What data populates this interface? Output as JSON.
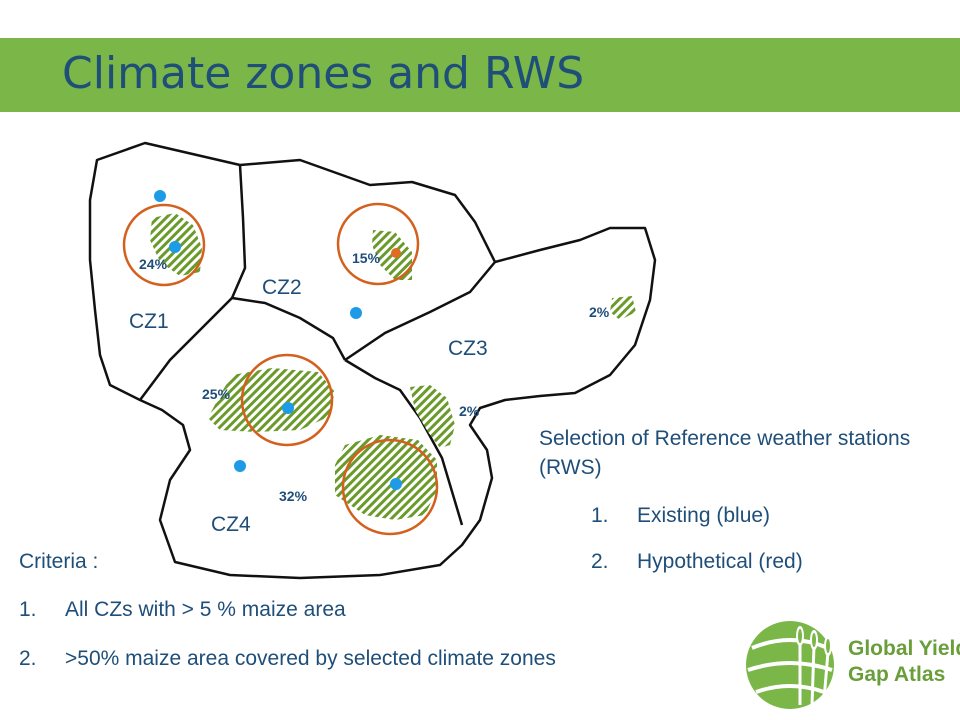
{
  "title": "Climate zones and RWS",
  "zones": [
    "CZ1",
    "CZ2",
    "CZ3",
    "CZ4"
  ],
  "maize_shares": [
    "24%",
    "15%",
    "2%",
    "25%",
    "2%",
    "32%"
  ],
  "legend": {
    "heading": "Selection of Reference weather stations (RWS)",
    "items": [
      {
        "num": "1.",
        "text": "Existing (blue)",
        "color": "#1e9be6"
      },
      {
        "num": "2.",
        "text": "Hypothetical (red)",
        "color": "#e06c1f"
      }
    ]
  },
  "criteria": {
    "heading": "Criteria :",
    "items": [
      {
        "num": "1.",
        "text": "All CZs with > 5 % maize area"
      },
      {
        "num": "2.",
        "text": ">50% maize area covered by selected climate zones"
      }
    ]
  },
  "logo": {
    "line1": "Global Yield",
    "line2": "Gap Atlas",
    "icon": "globe-wheat-icon"
  },
  "colors": {
    "title_bar": "#7ab648",
    "title_text": "#1f4e79",
    "hatch": "#6a9a2a",
    "circle": "#d4601e",
    "existing_station": "#1e9be6",
    "hypothetical_station": "#e06c1f"
  }
}
